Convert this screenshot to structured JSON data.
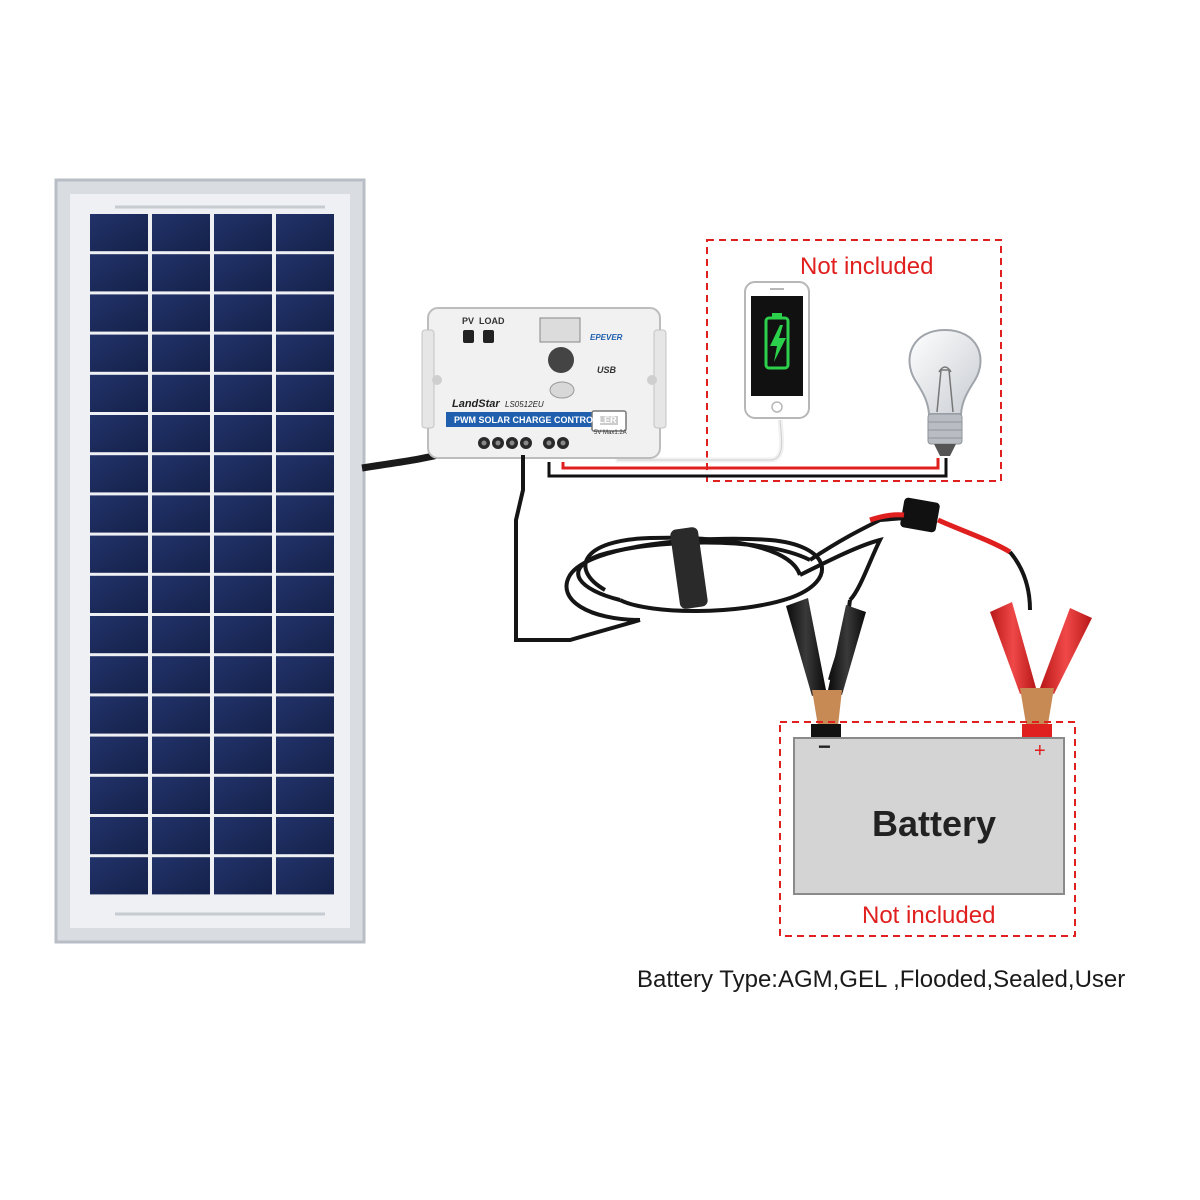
{
  "labels": {
    "loads_not_included": "Not included",
    "battery_not_included": "Not included",
    "battery": "Battery",
    "negative_terminal": "−",
    "positive_terminal": "+",
    "battery_types": "Battery Type:AGM,GEL ,Flooded,Sealed,User"
  },
  "controller": {
    "pv_label": "PV",
    "load_label": "LOAD",
    "brand": "EPEVER",
    "usb_label": "USB",
    "series": "LandStar",
    "model": "LS0512EU",
    "type_strip": "PWM SOLAR CHARGE CONTROLLER",
    "usb_output": "5V  Max1.2A"
  },
  "colors": {
    "panel_cell": "#1b2a55",
    "panel_frame": "#d9dde2",
    "callout_border": "#e0201f",
    "positive_wire": "#e0201f",
    "negative_wire": "#111111",
    "battery_body": "#d4d4d4",
    "controller_strip": "#1f5fae"
  },
  "icons": {
    "phone": "smartphone-charging-icon",
    "bulb": "light-bulb-icon"
  }
}
